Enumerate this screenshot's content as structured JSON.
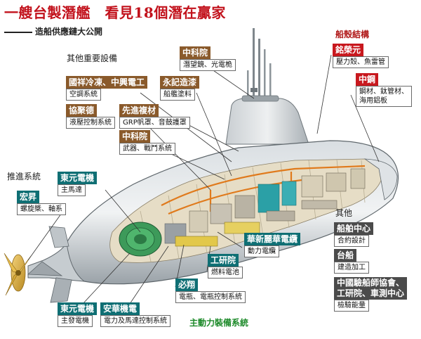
{
  "header": {
    "title": "一艘台製潛艦　看見18個潛在贏家",
    "subtitle": "造船供應鏈大公開"
  },
  "sections": {
    "other_equipment": "其他重要設備",
    "hull_structure": "船殼結構",
    "propulsion": "推進系統",
    "others": "其他",
    "main_power": "主動力裝備系統"
  },
  "callouts": {
    "zhongke_top": {
      "name": "中科院",
      "desc": "潛望鏡、光電桅"
    },
    "guoxiang": {
      "name": "國祥冷凍、中興電工",
      "desc": "空調系統"
    },
    "yongji": {
      "name": "永記造漆",
      "desc": "船艦塗料"
    },
    "xiejude": {
      "name": "協聚德",
      "desc": "液壓控制系統"
    },
    "xianjin": {
      "name": "先進複材",
      "desc": "GRP帆罩、音鼓護罩"
    },
    "zhongke_mid": {
      "name": "中科院",
      "desc": "武器、戰鬥系統"
    },
    "mingrongyuan": {
      "name": "銘榮元",
      "desc": "壓力殼、魚雷管"
    },
    "zhonggang": {
      "name": "中鋼",
      "desc1": "鋼材、鈦管材、",
      "desc2": "海用鋁板"
    },
    "dongyuan_top": {
      "name": "東元電機",
      "desc": "主馬達"
    },
    "hongsheng": {
      "name": "宏昇",
      "desc": "螺旋槳、軸系"
    },
    "huaxin": {
      "name": "華新麗華電纜",
      "desc": "動力電纜"
    },
    "gongyan": {
      "name": "工研院",
      "desc": "燃料電池"
    },
    "bixiang": {
      "name": "必翔",
      "desc": "電瓶、電瓶控制系統"
    },
    "dongyuan_bottom": {
      "name": "東元電機",
      "desc": "主發電機"
    },
    "anhua": {
      "name": "安華機電",
      "desc": "電力及馬達控制系統"
    },
    "chuanbo": {
      "name": "船舶中心",
      "desc": "合約設計"
    },
    "taichuan": {
      "name": "台船",
      "desc": "建造加工"
    },
    "verification": {
      "name1": "中國驗船師協會、",
      "name2": "工研院、車測中心",
      "desc": "檢驗能量"
    }
  },
  "colors": {
    "title_red": "#c2121c",
    "tag_brown": "#8a5a2b",
    "tag_teal": "#0f6f74",
    "tag_red": "#c8181e",
    "tag_gray": "#4b4b4b",
    "section_green": "#1d8a2a"
  }
}
